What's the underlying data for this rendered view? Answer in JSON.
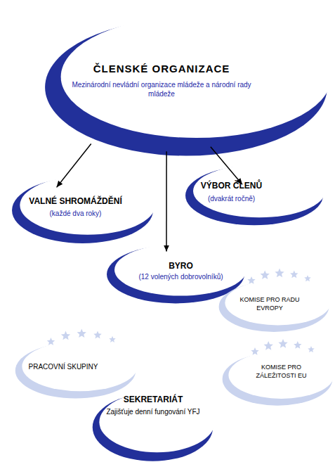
{
  "diagram": {
    "nodes": [
      {
        "text": [
          "ČLENSKÉ ORGANIZACE",
          "Mezinárodní nevládní organizace mládeže a národní rady mládeže"
        ]
      },
      {
        "text": [
          "VALNÉ SHROMÁŽDĚNÍ",
          "(každé dva roky)"
        ]
      },
      {
        "text": [
          "VÝBOR ČLENŮ",
          "(dvakrát ročně)"
        ]
      },
      {
        "text": [
          "BYRO",
          "(12 volených dobrovolníků)"
        ]
      },
      {
        "text": [
          "KOMISE PRO RADU EVROPY"
        ]
      },
      {
        "text": [
          "PRACOVNÍ SKUPINY"
        ]
      },
      {
        "text": [
          "KOMISE PRO ZÁLEŽITOSTI EU"
        ]
      },
      {
        "text": [
          "SEKRETARIÁT",
          "Zajišťuje denní fungování YFJ"
        ]
      }
    ],
    "edges": [
      {
        "from": 0,
        "to": 1,
        "arrow": "to"
      },
      {
        "from": 0,
        "to": 3,
        "arrow": "to"
      },
      {
        "from": 0,
        "to": 2,
        "arrow": "to"
      }
    ]
  }
}
